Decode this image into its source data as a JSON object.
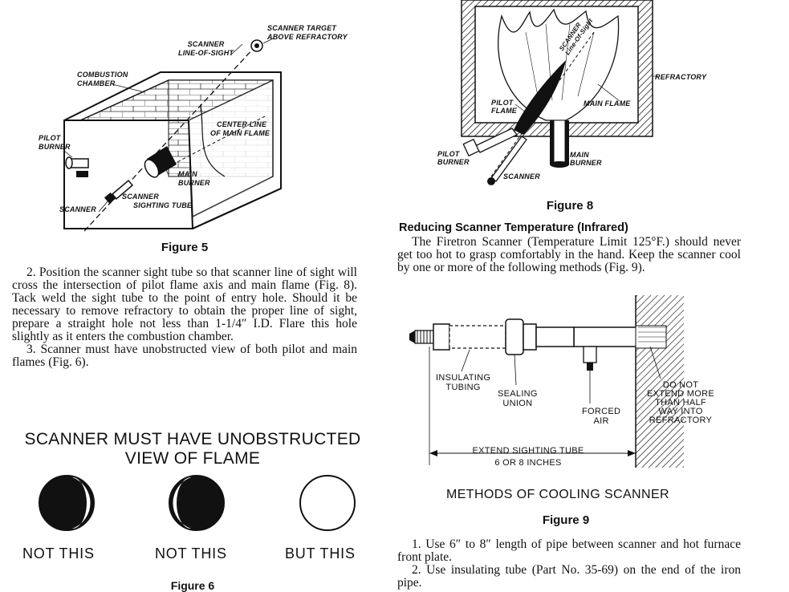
{
  "figure5": {
    "labels": {
      "scanner_target": [
        "SCANNER TARGET",
        "ABOVE REFRACTORY"
      ],
      "line_of_sight": [
        "SCANNER",
        "LINE-OF-SIGHT"
      ],
      "combustion_chamber": [
        "COMBUSTION",
        "CHAMBER"
      ],
      "center_line": [
        "CENTER LINE",
        "OF MAIN FLAME"
      ],
      "pilot_burner": [
        "PILOT",
        "BURNER"
      ],
      "main_burner": [
        "MAIN",
        "BURNER"
      ],
      "sighting_tube": [
        "SCANNER",
        "SIGHTING TUBE"
      ],
      "scanner": "SCANNER"
    },
    "caption": "Figure 5"
  },
  "left_text": {
    "paragraphs": [
      "2. Position the scanner sight tube so that scanner line of sight will cross the intersection of pilot flame axis and main flame (Fig. 8). Tack weld the sight tube to the point of entry hole. Should it be necessary to remove refractory to obtain the proper line of sight, prepare a straight hole not less than 1-1/4″ I.D. Flare this hole slightly as it enters the combustion chamber.",
      "3. Scanner must have unobstructed view of both pilot and main flames (Fig. 6)."
    ]
  },
  "figure6": {
    "banner": [
      "SCANNER MUST HAVE UNOBSTRUCTED",
      "VIEW OF FLAME"
    ],
    "labels": [
      "NOT THIS",
      "NOT THIS",
      "BUT THIS"
    ],
    "caption_partial": "Figure 6"
  },
  "figure8": {
    "labels": {
      "refractory": "REFRACTORY",
      "pilot_flame": [
        "PILOT",
        "FLAME"
      ],
      "main_flame": "MAIN FLAME",
      "line_of_sight": [
        "SCANNER",
        "Line-Of-Sight"
      ],
      "pilot_burner": [
        "PILOT",
        "BURNER"
      ],
      "main_burner": [
        "MAIN",
        "BURNER"
      ],
      "scanner": "SCANNER"
    },
    "caption": "Figure 8"
  },
  "right_text": {
    "heading": "Reducing Scanner Temperature (Infrared)",
    "paragraph": "The Firetron Scanner (Temperature Limit 125°F.) should never get too hot to grasp comfortably in the hand. Keep the scanner cool by one or more of the following methods (Fig. 9)."
  },
  "figure9": {
    "labels": {
      "insulating_tubing": [
        "INSULATING",
        "TUBING"
      ],
      "sealing_union": [
        "SEALING",
        "UNION"
      ],
      "forced_air": [
        "FORCED",
        "AIR"
      ],
      "do_not_extend": [
        "DO NOT",
        "EXTEND MORE",
        "THAN HALF",
        "WAY INTO",
        "REFRACTORY"
      ],
      "extend_tube": [
        "EXTEND SIGHTING TUBE",
        "6 OR 8 INCHES"
      ]
    },
    "title": "METHODS OF COOLING SCANNER",
    "caption": "Figure 9"
  },
  "methods_list": [
    "1. Use 6″ to 8″ length of pipe between scanner and hot furnace front plate.",
    "2. Use insulating tube (Part No. 35-69) on the end of the iron pipe."
  ]
}
